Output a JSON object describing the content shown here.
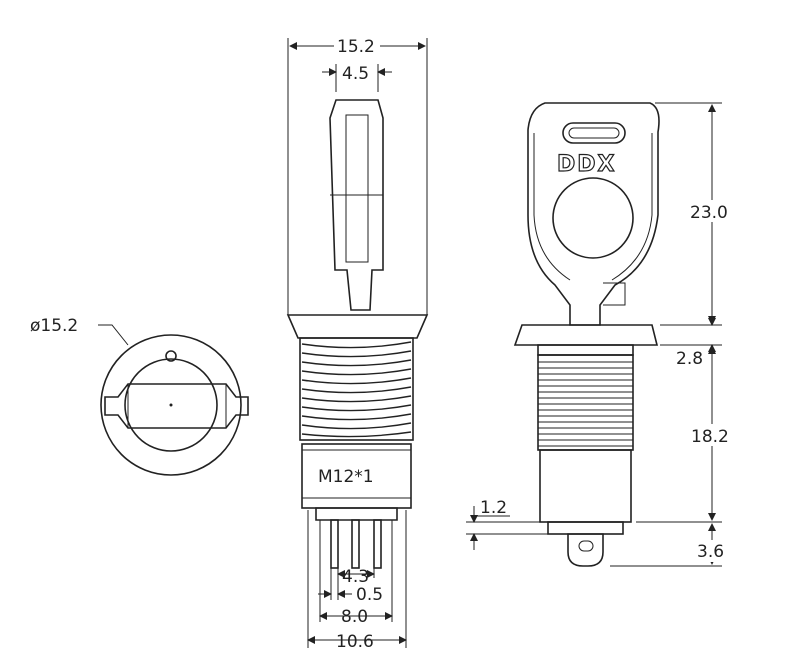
{
  "drawing": {
    "top_view": {
      "dia_label": "ø15.2"
    },
    "front_view": {
      "overall_width": "15.2",
      "key_width": "4.5",
      "thread_label": "M12*1",
      "pin_pitch": "4.3",
      "pin_thickness": "0.5",
      "pin_span": "8.0",
      "body_width": "10.6"
    },
    "side_view": {
      "logo_text": "DDX",
      "key_height": "23.0",
      "flange_height": "2.8",
      "body_height": "18.2",
      "step_height": "1.2",
      "terminal_height": "3.6"
    }
  }
}
